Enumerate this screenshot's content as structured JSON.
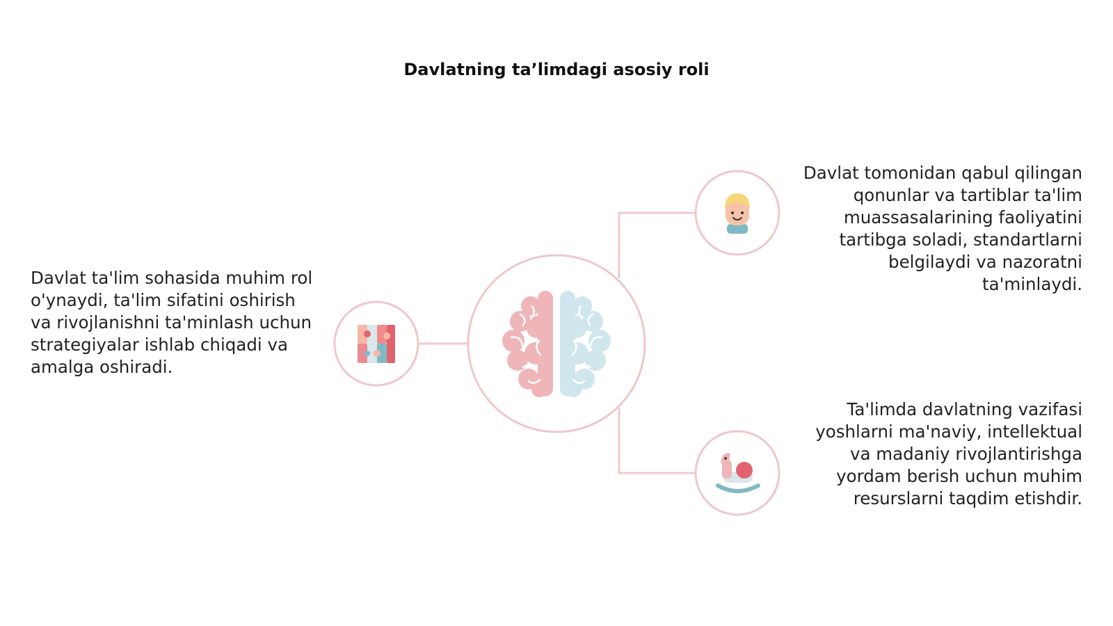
{
  "title": "Davlatning ta’limdagi asosiy roli",
  "center_node": {
    "icon": "brain-icon"
  },
  "nodes": [
    {
      "id": "left",
      "icon": "puzzle-icon",
      "text": "Davlat ta'lim sohasida muhim rol o'ynaydi, ta'lim sifatini oshirish va rivojlanishni ta'minlash uchun strategiyalar ishlab chiqadi va amalga oshiradi."
    },
    {
      "id": "right-top",
      "icon": "child-face-icon",
      "text": "Davlat tomonidan qabul qilingan qonunlar va tartiblar ta'lim muassasalarining faoliyatini tartibga soladi, standartlarni belgilaydi va nazoratni ta'minlaydi."
    },
    {
      "id": "right-bottom",
      "icon": "rocking-horse-icon",
      "text": "Ta'limda davlatning vazifasi yoshlarni ma'naviy, intellektual va madaniy rivojlantirishga yordam berish uchun muhim resurslarni taqdim etishdir."
    }
  ],
  "colors": {
    "connector": "#f2c9cb",
    "circle_stroke": "#efc7c9",
    "brain_left": "#f0b5b8",
    "brain_right": "#cfe6ec",
    "text": "#222222",
    "title": "#111111"
  }
}
